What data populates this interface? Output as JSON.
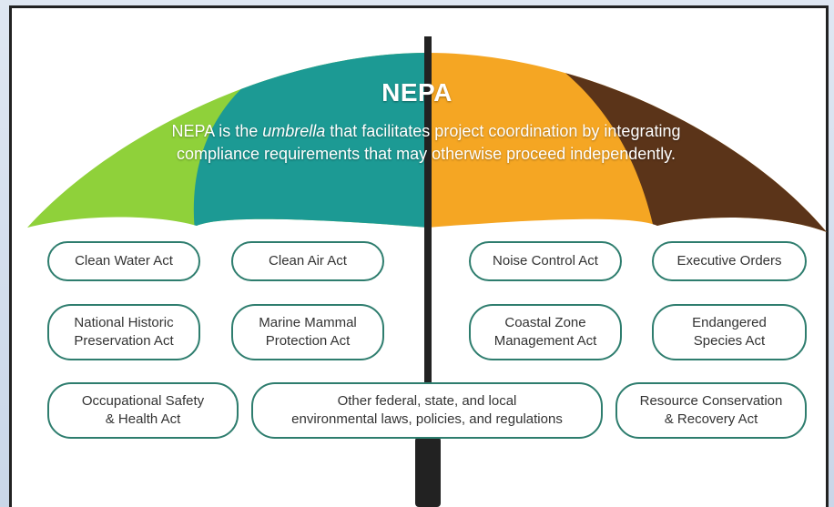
{
  "umbrella": {
    "title": "NEPA",
    "description_before": "NEPA is the ",
    "description_emphasis": "umbrella",
    "description_after": " that facilitates project coordination by integrating compliance requirements that may otherwise proceed independently.",
    "panel_colors": [
      "#8fd13a",
      "#1c9a94",
      "#f5a623",
      "#5b3419"
    ],
    "handle_color": "#222222",
    "pill_border_color": "#2e7d6e"
  },
  "laws": {
    "clean_water": "Clean Water Act",
    "clean_air": "Clean Air Act",
    "noise_control": "Noise Control Act",
    "executive_orders": "Executive Orders",
    "historic_preservation_1": "National Historic",
    "historic_preservation_2": "Preservation Act",
    "marine_mammal_1": "Marine Mammal",
    "marine_mammal_2": "Protection Act",
    "coastal_zone_1": "Coastal Zone",
    "coastal_zone_2": "Management Act",
    "endangered_species_1": "Endangered",
    "endangered_species_2": "Species Act",
    "occupational_safety_1": "Occupational Safety",
    "occupational_safety_2": "& Health Act",
    "other_laws_1": "Other federal, state, and local",
    "other_laws_2": "environmental laws, policies, and regulations",
    "resource_conservation_1": "Resource Conservation",
    "resource_conservation_2": "& Recovery Act"
  }
}
